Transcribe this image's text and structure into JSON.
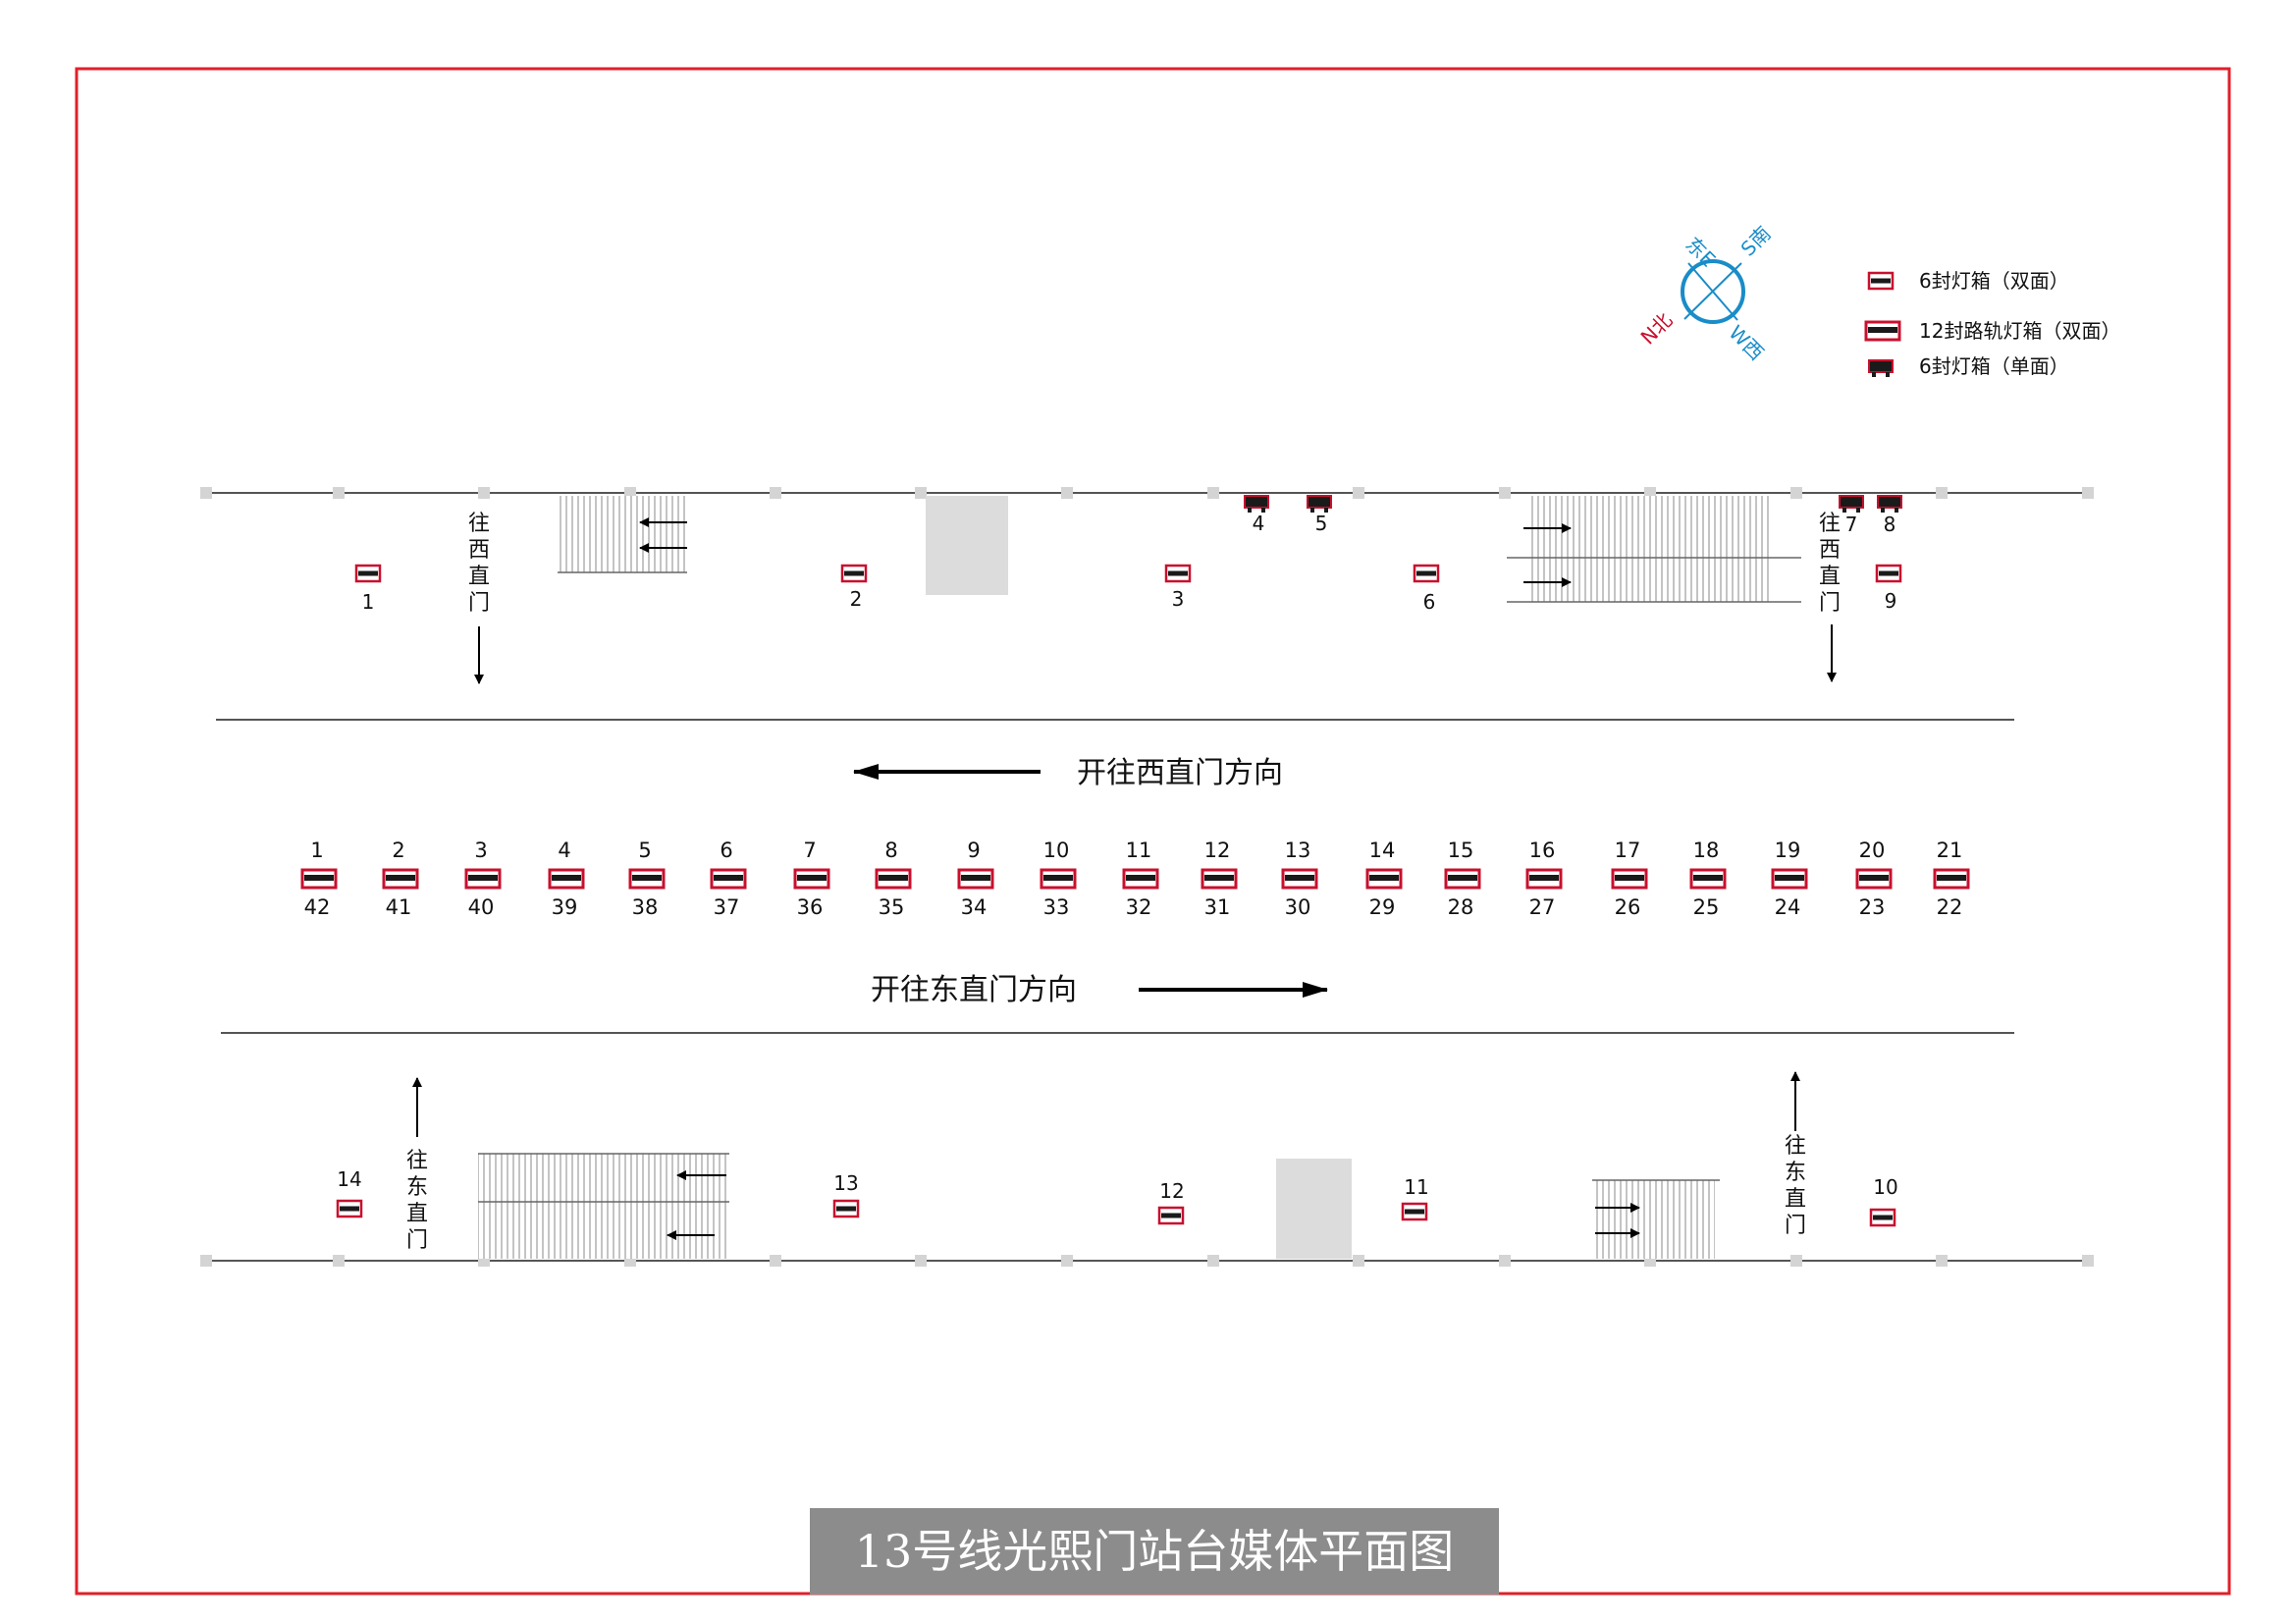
{
  "title": "13号线光熙门站台媒体平面图",
  "colors": {
    "frame": "#e0202a",
    "box": "#c8102e",
    "compass": "#1a8cc8",
    "north": "#c8102e",
    "grey": "#dcdcdc",
    "title_bg": "#8c8c8c"
  },
  "compass": {
    "east": "东E",
    "south": "S南",
    "west": "W西",
    "north": "N北"
  },
  "legend": [
    {
      "icon": "double-sided-6-lightbox-icon",
      "label": "6封灯箱（双面）"
    },
    {
      "icon": "rail-12-lightbox-icon",
      "label": "12封路轨灯箱（双面）"
    },
    {
      "icon": "single-sided-6-lightbox-icon",
      "label": "6封灯箱（单面）"
    }
  ],
  "directions": {
    "to_xizhimen": "开往西直门方向",
    "to_dongzhimen": "开往东直门方向"
  },
  "exit_labels": {
    "west_a": "往西直门",
    "west_b": "往西直门",
    "east_a": "往东直门",
    "east_b": "往东直门"
  },
  "top_boxes": [
    "1",
    "2",
    "3",
    "4",
    "5",
    "6",
    "7",
    "8",
    "9"
  ],
  "bottom_boxes": [
    "14",
    "13",
    "12",
    "11",
    "10"
  ],
  "track_top": [
    "1",
    "2",
    "3",
    "4",
    "5",
    "6",
    "7",
    "8",
    "9",
    "10",
    "11",
    "12",
    "13",
    "14",
    "15",
    "16",
    "17",
    "18",
    "19",
    "20",
    "21"
  ],
  "track_bottom": [
    "42",
    "41",
    "40",
    "39",
    "38",
    "37",
    "36",
    "35",
    "34",
    "33",
    "32",
    "31",
    "30",
    "29",
    "28",
    "27",
    "26",
    "25",
    "24",
    "23",
    "22"
  ]
}
